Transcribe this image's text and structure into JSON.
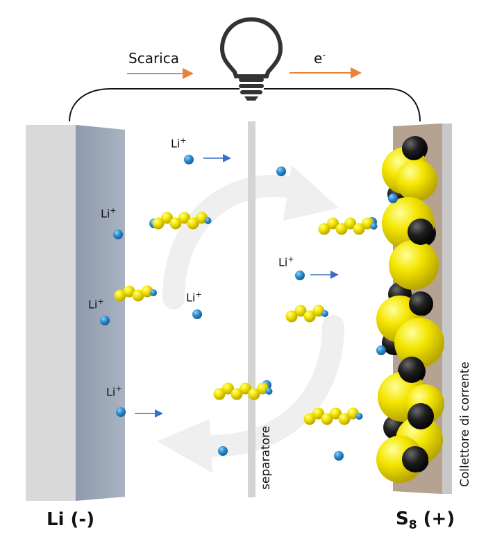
{
  "top": {
    "discharge_label": "Scarica",
    "electron_label": "e",
    "electron_sup": "-"
  },
  "anode": {
    "label": "Li (-)"
  },
  "cathode": {
    "label_main": "S",
    "label_sub": "8",
    "label_tail": " (+)"
  },
  "separator": {
    "label": "separatore"
  },
  "collector": {
    "label": "Collettore di corrente"
  },
  "ion": {
    "label": "Li",
    "sup": "+"
  },
  "colors": {
    "anode_front": "#d9d9d9",
    "anode_side": "#9aa6b5",
    "separator": "#d4d4d4",
    "collector": "#b4a08e",
    "collector_edge": "#c8c8c8",
    "sulfur": "#f2e300",
    "carbon": "#1a1a1a",
    "lithium": "#2f8ed0",
    "orange_arrow": "#e8833a",
    "blue_arrow": "#3a6fc4",
    "cycle_arrow": "#f0f0f0"
  },
  "icons": [
    "light-bulb-icon",
    "cycle-arrow-icon"
  ]
}
